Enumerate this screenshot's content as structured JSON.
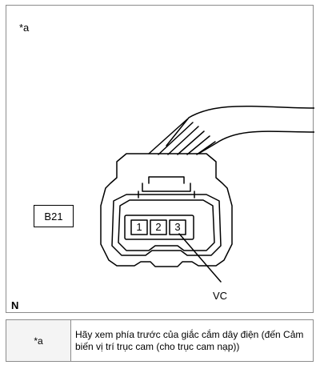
{
  "figure": {
    "callout_label": "*a",
    "orientation_label": "N",
    "connector_code": "B21",
    "pins": [
      "1",
      "2",
      "3"
    ],
    "terminal_label": "VC"
  },
  "legend": {
    "rows": [
      {
        "key": "*a",
        "description": "Hãy xem phía trước của giắc cắm dây điện (đến Cảm biến vị trí trục cam (cho trục cam nạp))"
      }
    ]
  },
  "colors": {
    "line": "#000000",
    "border": "#8c8c8c",
    "background": "#ffffff"
  }
}
